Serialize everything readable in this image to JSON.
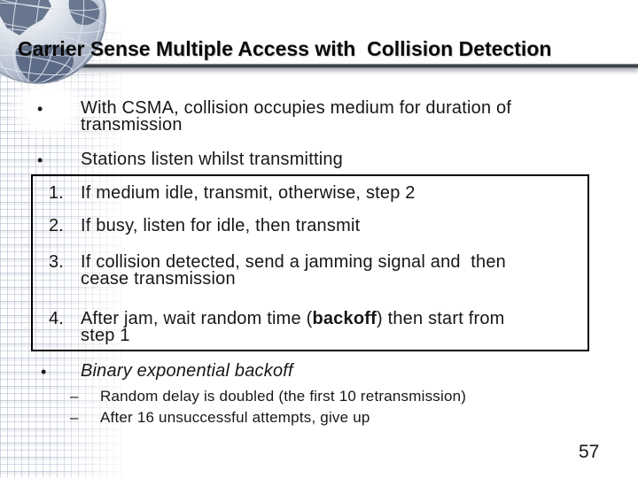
{
  "slide": {
    "title": "Carrier Sense Multiple Access with  Collision Detection",
    "page_number": "57"
  },
  "bullets": {
    "b1": {
      "marker": "•",
      "text": "With CSMA, collision occupies medium for duration of\ntransmission"
    },
    "b2": {
      "marker": "•",
      "text": "Stations listen whilst transmitting"
    },
    "b3": {
      "marker": "•",
      "text": "Binary exponential backoff"
    }
  },
  "numbered_box": {
    "items": [
      {
        "number": "1.",
        "text": "If medium idle, transmit, otherwise, step 2"
      },
      {
        "number": "2.",
        "text": "If busy, listen for idle, then transmit"
      },
      {
        "number": "3.",
        "text": "If collision detected, send a jamming signal and  then\ncease transmission"
      },
      {
        "number": "4.",
        "text_pre": "After jam, wait random time (",
        "text_bold": "backoff",
        "text_post": ") then start from\nstep 1"
      }
    ]
  },
  "sub_bullets": [
    {
      "marker": "–",
      "text": "Random delay is doubled (the first 10 retransmission)"
    },
    {
      "marker": "–",
      "text": "After 16 unsuccessful attempts, give up"
    }
  ],
  "icons": {
    "globe": "globe-graphic"
  },
  "colors": {
    "background": "#ffffff",
    "text": "#171717",
    "title": "#0a0a0a",
    "box_border": "#000000",
    "rule_dark": "#2e3339",
    "rule_light": "#c8ccd2",
    "pattern": "#94a0b6",
    "globe_light": "#eef1f6",
    "globe_mid": "#b9c2d2",
    "globe_dark": "#5c6b85"
  }
}
